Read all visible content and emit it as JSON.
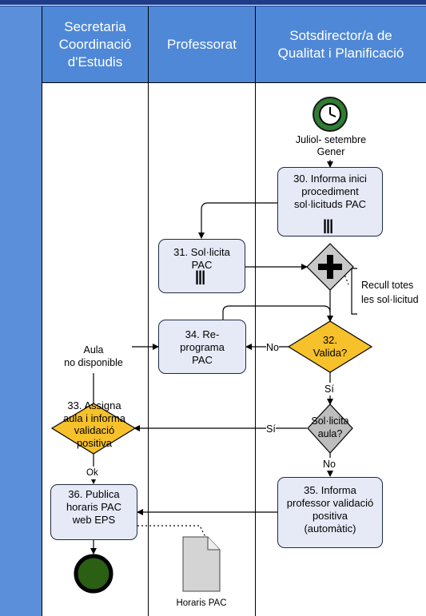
{
  "lanes": [
    {
      "title": "Secretaria\nCoordinació\nd'Estudis"
    },
    {
      "title": "Professorat"
    },
    {
      "title": "Sotsdirector/a de\nQualitat i Planificació"
    }
  ],
  "events": {
    "start_label": "Juliol- setembre\nGener"
  },
  "tasks": {
    "t30": "30. Informa inici\nprocediment\nsol·licituds PAC",
    "t31": "31. Sol·licita\nPAC",
    "t34": "34. Re-\nprograma\nPAC",
    "t35": "35. Informa\nprofessor validació\npositiva\n(automàtic)",
    "t36": "36. Publica\nhoraris PAC\nweb EPS"
  },
  "gateways": {
    "g32": "32.\nValida?",
    "g33": "33. Assigna\naula i informa\nvalidació\npositiva",
    "gaula": "Sol·licita\naula?"
  },
  "flow_labels": {
    "no_1": "No",
    "si_1": "Sí",
    "si_2": "Sí",
    "no_2": "No",
    "ok": "Ok",
    "aula_no_disp": "Aula\nno disponible"
  },
  "annotation": "Recull totes\nles sol·licitud",
  "document": "Horaris PAC",
  "colors": {
    "header": "#4f88d6",
    "gateway_yellow": "#f6c12a",
    "gateway_grey": "#bdbdbd",
    "task_fill": "#e6eaf7",
    "start_green": "#2f7d32",
    "end_green": "#2a5f14"
  }
}
